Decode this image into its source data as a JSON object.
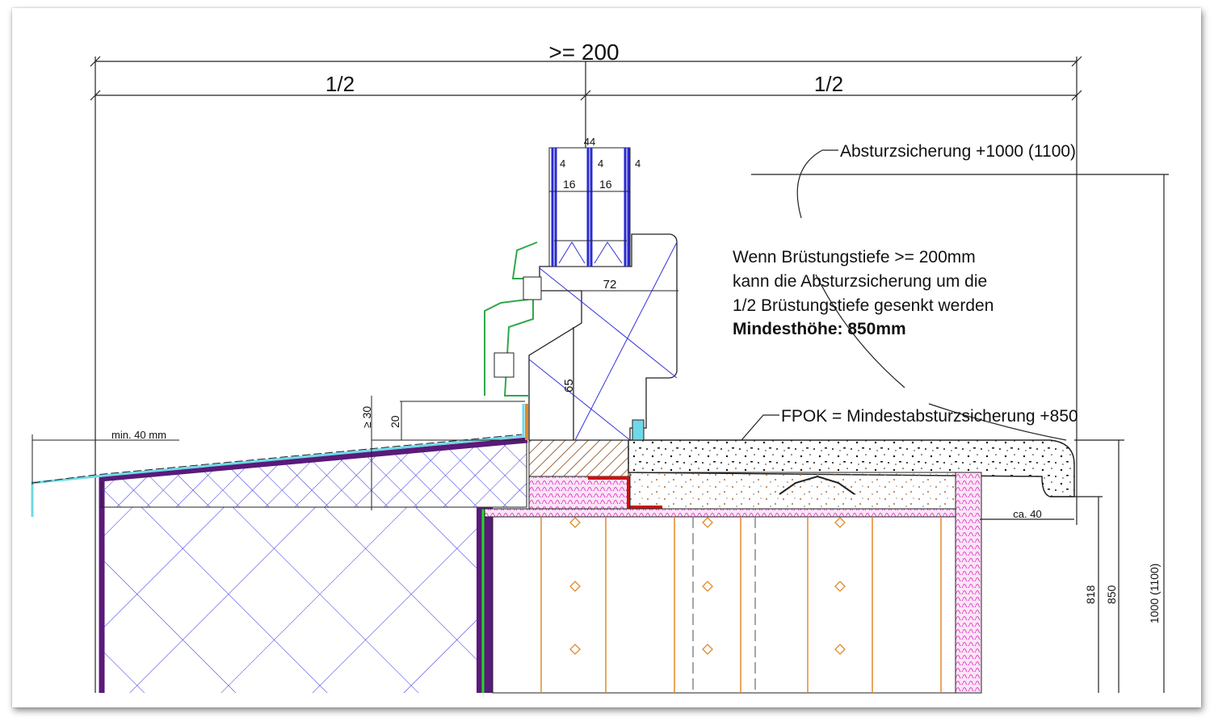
{
  "dimensions": {
    "total_width": ">= 200",
    "half_left": "1/2",
    "half_right": "1/2",
    "glass_total": "44",
    "pane_1": "4",
    "pane_2": "4",
    "pane_3": "4",
    "gap_1": "16",
    "gap_2": "16",
    "frame_depth": "72",
    "frame_height": "65",
    "min_upstand": "≥ 30",
    "upstand": "20",
    "min_overhang": "min. 40 mm",
    "sill_overhang": "ca. 40",
    "height_818": "818",
    "height_850": "850",
    "height_1000": "1000 (1100)"
  },
  "annotations": {
    "fall_protection": "Absturzsicherung +1000 (1100)",
    "note_line_1": "Wenn Brüstungstiefe >= 200mm",
    "note_line_2": "kann die Absturzsicherung um die",
    "note_line_3": "1/2 Brüstungstiefe gesenkt werden",
    "note_line_4": "Mindesthöhe: 850mm",
    "fpok": "FPOK = Mindestabsturzsicherung +850"
  },
  "colors": {
    "glass": "#2a2ad0",
    "profile": "#2fa84a",
    "membrane": "#5a1a7a",
    "flashing": "#6fd8e8",
    "insulation": "#e040c8",
    "timber": "#e08a2a",
    "seal": "#d01010"
  }
}
